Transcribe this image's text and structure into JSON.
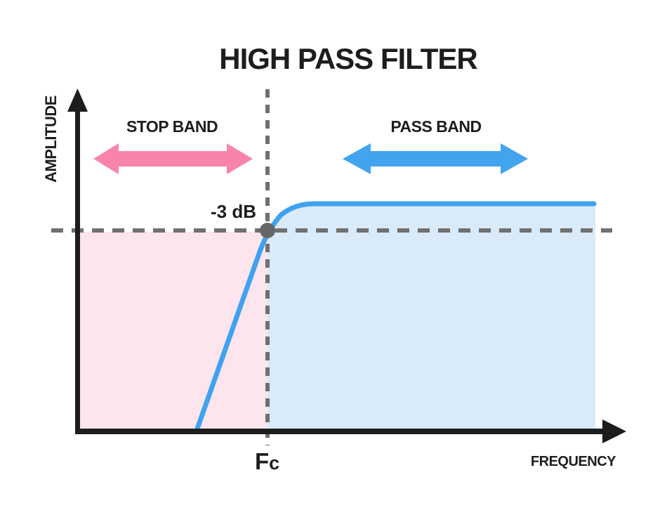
{
  "title": "HIGH PASS FILTER",
  "axes": {
    "y_label": "AMPLITUDE",
    "x_label": "FREQUENCY"
  },
  "bands": {
    "stop": {
      "label": "STOP BAND"
    },
    "pass": {
      "label": "PASS BAND"
    }
  },
  "cutoff": {
    "level_label": "-3 dB",
    "frequency_symbol": "F",
    "frequency_subscript": "c"
  },
  "colors": {
    "background": "#ffffff",
    "text": "#1d1d1d",
    "axis": "#1d1d1d",
    "stop_band_arrow": "#f884ab",
    "pass_band_arrow": "#42a4ef",
    "stop_band_fill": "#fce5ec",
    "pass_band_fill": "#d9eaf8",
    "curve": "#3fa2f0",
    "dashed_line": "#707070",
    "cutoff_dot": "#666666"
  }
}
